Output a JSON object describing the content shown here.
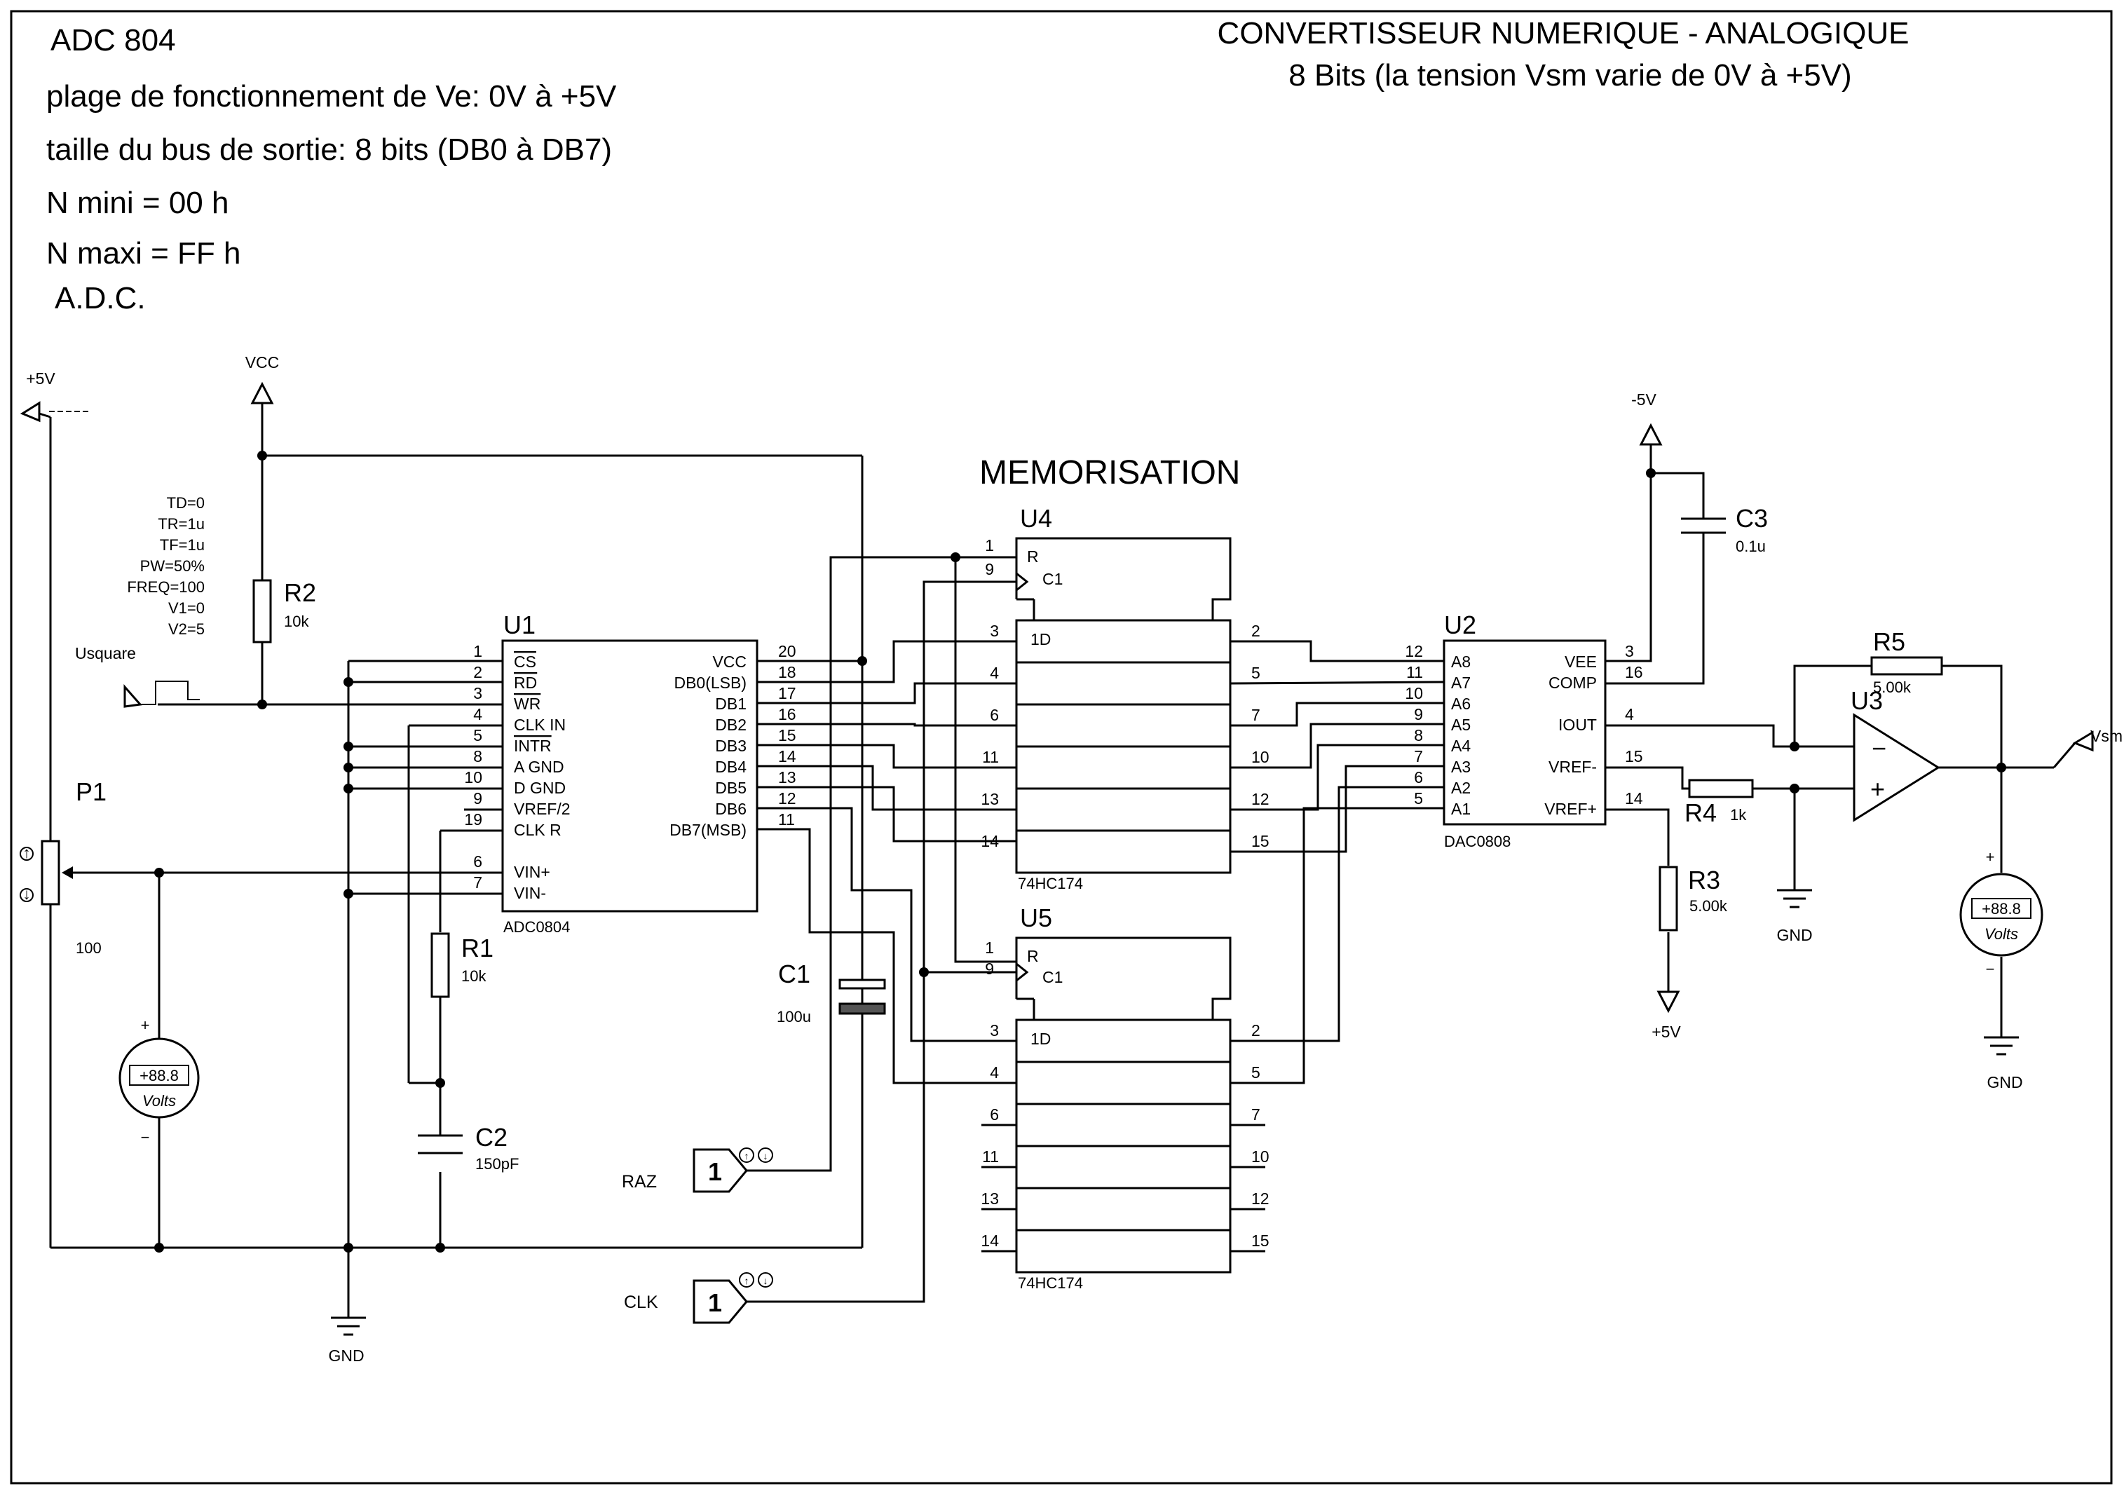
{
  "header": {
    "left": [
      "ADC 804",
      "plage de fonctionnement de Ve: 0V à +5V",
      "taille du bus de sortie: 8 bits (DB0 à DB7)",
      "N mini =  00 h",
      "N maxi = FF h",
      "A.D.C."
    ],
    "right_title": "CONVERTISSEUR NUMERIQUE - ANALOGIQUE",
    "right_subtitle": "8 Bits  (la tension Vsm varie de 0V à +5V)"
  },
  "section_label": "MEMORISATION",
  "rails": {
    "vcc": "VCC",
    "plus5": "+5V",
    "minus5": "-5V",
    "gnd": "GND"
  },
  "generator": {
    "name": "Usquare",
    "params": [
      "TD=0",
      "TR=1u",
      "TF=1u",
      "PW=50%",
      "FREQ=100",
      "V1=0",
      "V2=5"
    ]
  },
  "components": {
    "R1": {
      "ref": "R1",
      "value": "10k"
    },
    "R2": {
      "ref": "R2",
      "value": "10k"
    },
    "R3": {
      "ref": "R3",
      "value": "5.00k"
    },
    "R4": {
      "ref": "R4",
      "value": "1k"
    },
    "R5": {
      "ref": "R5",
      "value": "5.00k"
    },
    "C1": {
      "ref": "C1",
      "value": "100u"
    },
    "C2": {
      "ref": "C2",
      "value": "150pF"
    },
    "C3": {
      "ref": "C3",
      "value": "0.1u"
    },
    "P1": {
      "ref": "P1",
      "value": "100"
    }
  },
  "voltmeter": {
    "reading": "+88.8",
    "unit": "Volts",
    "plus": "+",
    "minus": "−"
  },
  "u1": {
    "ref": "U1",
    "part": "ADC0804",
    "left_pins": [
      [
        "1",
        "CS"
      ],
      [
        "2",
        "RD"
      ],
      [
        "3",
        "WR"
      ],
      [
        "4",
        "CLK IN"
      ],
      [
        "5",
        "INTR"
      ],
      [
        "8",
        "A GND"
      ],
      [
        "10",
        "D GND"
      ],
      [
        "9",
        "VREF/2"
      ],
      [
        "19",
        "CLK R"
      ],
      [
        "6",
        "VIN+"
      ],
      [
        "7",
        "VIN-"
      ]
    ],
    "right_pins": [
      [
        "20",
        "VCC"
      ],
      [
        "18",
        "DB0(LSB)"
      ],
      [
        "17",
        "DB1"
      ],
      [
        "16",
        "DB2"
      ],
      [
        "15",
        "DB3"
      ],
      [
        "14",
        "DB4"
      ],
      [
        "13",
        "DB5"
      ],
      [
        "12",
        "DB6"
      ],
      [
        "11",
        "DB7(MSB)"
      ]
    ]
  },
  "u2": {
    "ref": "U2",
    "part": "DAC0808",
    "left_pins": [
      [
        "12",
        "A8"
      ],
      [
        "11",
        "A7"
      ],
      [
        "10",
        "A6"
      ],
      [
        "9",
        "A5"
      ],
      [
        "8",
        "A4"
      ],
      [
        "7",
        "A3"
      ],
      [
        "6",
        "A2"
      ],
      [
        "5",
        "A1"
      ]
    ],
    "right_pins": [
      [
        "3",
        "VEE"
      ],
      [
        "16",
        "COMP"
      ],
      [
        "4",
        "IOUT"
      ],
      [
        "15",
        "VREF-"
      ],
      [
        "14",
        "VREF+"
      ]
    ]
  },
  "u3": {
    "ref": "U3",
    "out": "Vsm",
    "minus": "−",
    "plus": "+"
  },
  "u4": {
    "ref": "U4",
    "part": "74HC174",
    "r": "R",
    "c1": "C1",
    "d": "1D",
    "rpin": "1",
    "cpin": "9",
    "in_pins": [
      "3",
      "4",
      "6",
      "11",
      "13",
      "14"
    ],
    "out_pins": [
      "2",
      "5",
      "7",
      "10",
      "12",
      "15"
    ]
  },
  "u5": {
    "ref": "U5",
    "part": "74HC174",
    "r": "R",
    "c1": "C1",
    "d": "1D",
    "rpin": "1",
    "cpin": "9",
    "in_pins": [
      "3",
      "4",
      "6",
      "11",
      "13",
      "14"
    ],
    "out_pins": [
      "2",
      "5",
      "7",
      "10",
      "12",
      "15"
    ]
  },
  "inputs": {
    "raz": {
      "label": "RAZ",
      "state": "1"
    },
    "clk": {
      "label": "CLK",
      "state": "1"
    }
  }
}
